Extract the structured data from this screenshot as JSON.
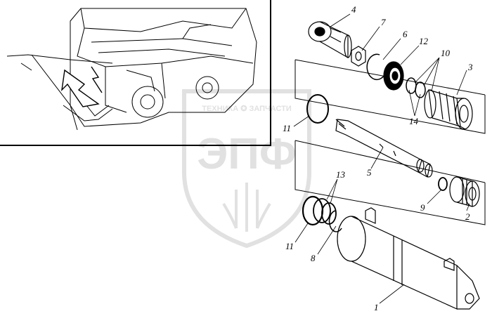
{
  "watermark": {
    "tagline": "ТЕХНИКА ✪ ЗАПЧАСТИ",
    "logo_text": "ЭПФ"
  },
  "callouts": [
    {
      "id": "c1",
      "text": "1"
    },
    {
      "id": "c2",
      "text": "2"
    },
    {
      "id": "c3",
      "text": "3"
    },
    {
      "id": "c4",
      "text": "4"
    },
    {
      "id": "c5",
      "text": "5"
    },
    {
      "id": "c6",
      "text": "6"
    },
    {
      "id": "c7",
      "text": "7"
    },
    {
      "id": "c8",
      "text": "8"
    },
    {
      "id": "c9",
      "text": "9"
    },
    {
      "id": "c10",
      "text": "10"
    },
    {
      "id": "c11a",
      "text": "11"
    },
    {
      "id": "c11b",
      "text": "11"
    },
    {
      "id": "c12",
      "text": "12"
    },
    {
      "id": "c13",
      "text": "13"
    },
    {
      "id": "c14",
      "text": "14"
    }
  ],
  "colors": {
    "line": "#000000",
    "watermark": "#c9c9c9"
  }
}
